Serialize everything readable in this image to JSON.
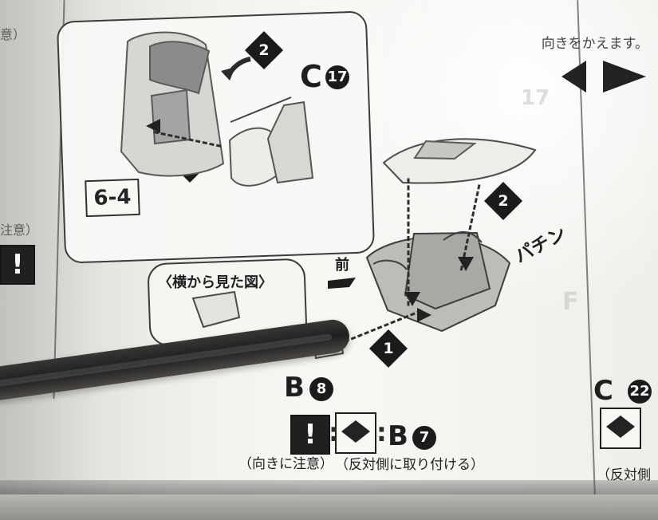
{
  "manual": {
    "top_left_fragment": "意）",
    "left_caution_fragment": "注意）",
    "top_right_text": "向きをかえます。",
    "step_badge": "6-4",
    "part_c17": "C",
    "part_c17_number": "17",
    "front_label": "前",
    "side_view_label": "〈横から見た図〉",
    "part_b8": "B",
    "part_b8_number": "8",
    "part_b7": "B",
    "part_b7_number": "7",
    "caution_label": "（向きに注意）",
    "opposite_side_label": "（反対側に取り付ける）",
    "right_part": "C",
    "right_part_number": "22",
    "right_opposite_fragment": "（反対側",
    "snap_sound": "パチン",
    "step_numbers": {
      "one": "1",
      "two": "2"
    }
  }
}
